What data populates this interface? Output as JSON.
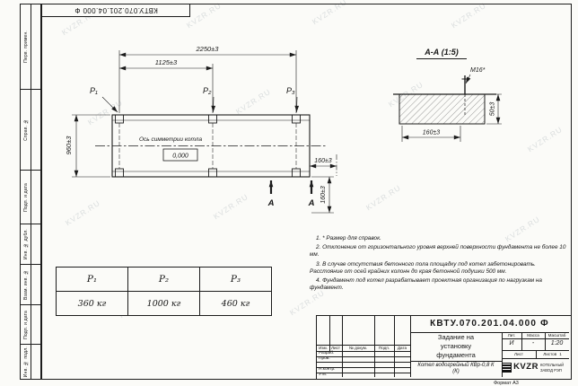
{
  "watermark": "KVZR.RU",
  "stamp_top": "КВТУ.070.201.04.000 Ф",
  "left_strip": [
    "Перв. примен.",
    "Справ. №",
    "Подп. и дата",
    "Инв. № дубл.",
    "Взам. инв. №",
    "Подп. и дата",
    "Инв. № подл."
  ],
  "plan": {
    "dims": {
      "total": "2250±3",
      "half": "1125±3",
      "height": "960±3",
      "offset_h": "160±3",
      "offset_v": "160±3"
    },
    "points": {
      "p1": "P₁",
      "p2": "P₂",
      "p3": "P₃"
    },
    "axis_label": "Ось симметрии котла",
    "level_mark": "0,000",
    "section_letter": "А"
  },
  "section_view": {
    "title": "А-А (1:5)",
    "bolt_label": "М16*",
    "dim_width": "160±3",
    "dim_height": "50±3"
  },
  "notes": [
    "1. * Размер для справок.",
    "2. Отклонение от горизонтального уровня верхней поверхности фундамента не более 10 мм.",
    "3. В случае отсутствия бетонного пола площадку под котел забетонировать. Расстояние от осей крайних колонн до края бетонной подушки 500 мм.",
    "4. Фундамент под котел разрабатывает проектная организация по нагрузкам на фундамент."
  ],
  "load_table": {
    "headers": [
      "P₁",
      "P₂",
      "P₃"
    ],
    "values": [
      "360 кг",
      "1000 кг",
      "460 кг"
    ]
  },
  "title_block": {
    "doc_number": "КВТУ.070.201.04.000 Ф",
    "title": "Задание на установку фундамента",
    "product": "Котел водогрейный КВр-0,8 К (К)",
    "columns": {
      "izm": "Изм.",
      "list": "Лист",
      "doc": "№ докум.",
      "podp": "Подп.",
      "data": "Дата"
    },
    "rows": {
      "razrab": "Разраб.",
      "prov": "Пров.",
      "nkontr": "Н.контр.",
      "utv": "Утв."
    },
    "lit_header": "Лит.",
    "mass_header": "Масса",
    "scale_header": "Масштаб",
    "lit_value": "И",
    "mass_value": "-",
    "scale_value": "1:20",
    "sheet_label": "Лист",
    "sheets_label": "Листов",
    "sheets_value": "1",
    "logo_text": "KVZR",
    "company": "КОТЕЛЬНЫЙ ЗАВОД РЭП",
    "format_label": "Формат А3"
  }
}
